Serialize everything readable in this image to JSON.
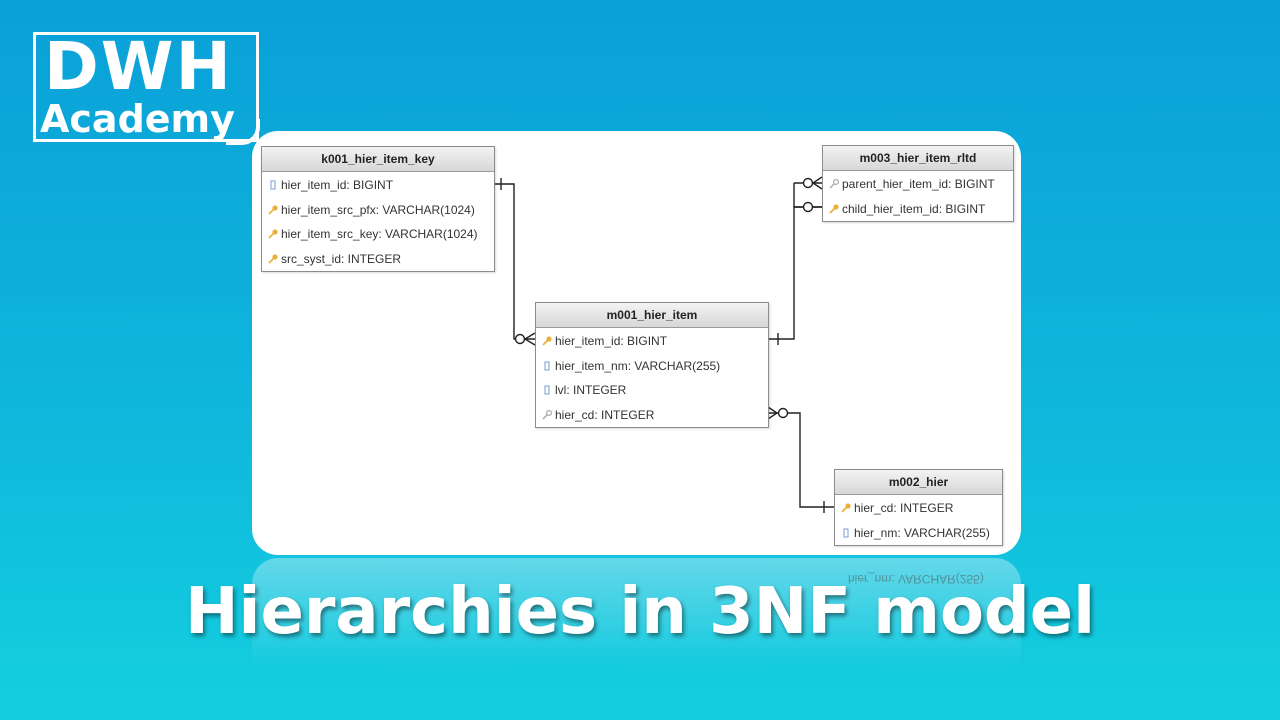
{
  "logo": {
    "line1": "DWH",
    "line2": "Academy"
  },
  "title": "Hierarchies in 3NF model",
  "entities": {
    "k001": {
      "name": "k001_hier_item_key",
      "columns": [
        {
          "text": "hier_item_id: BIGINT",
          "icon": "column-icon"
        },
        {
          "text": "hier_item_src_pfx: VARCHAR(1024)",
          "icon": "primary-key-icon"
        },
        {
          "text": "hier_item_src_key: VARCHAR(1024)",
          "icon": "primary-key-icon"
        },
        {
          "text": "src_syst_id: INTEGER",
          "icon": "primary-key-icon"
        }
      ]
    },
    "m003": {
      "name": "m003_hier_item_rltd",
      "columns": [
        {
          "text": "parent_hier_item_id: BIGINT",
          "icon": "foreign-key-icon"
        },
        {
          "text": "child_hier_item_id: BIGINT",
          "icon": "primary-key-icon"
        }
      ]
    },
    "m001": {
      "name": "m001_hier_item",
      "columns": [
        {
          "text": "hier_item_id: BIGINT",
          "icon": "primary-key-icon"
        },
        {
          "text": "hier_item_nm: VARCHAR(255)",
          "icon": "column-icon"
        },
        {
          "text": "lvl: INTEGER",
          "icon": "column-icon"
        },
        {
          "text": "hier_cd: INTEGER",
          "icon": "foreign-key-icon"
        }
      ]
    },
    "m002": {
      "name": "m002_hier",
      "columns": [
        {
          "text": "hier_cd: INTEGER",
          "icon": "primary-key-icon"
        },
        {
          "text": "hier_nm: VARCHAR(255)",
          "icon": "column-icon"
        }
      ]
    }
  },
  "reflection_text": "hier_nm: VARCHAR(255)",
  "colors": {
    "background_top": "#0aa0d8",
    "background_bottom": "#14cfdf",
    "key": "#e8b23a",
    "fkey": "#b0b0b0",
    "column": "#7a9fd6",
    "connector": "#222222"
  }
}
